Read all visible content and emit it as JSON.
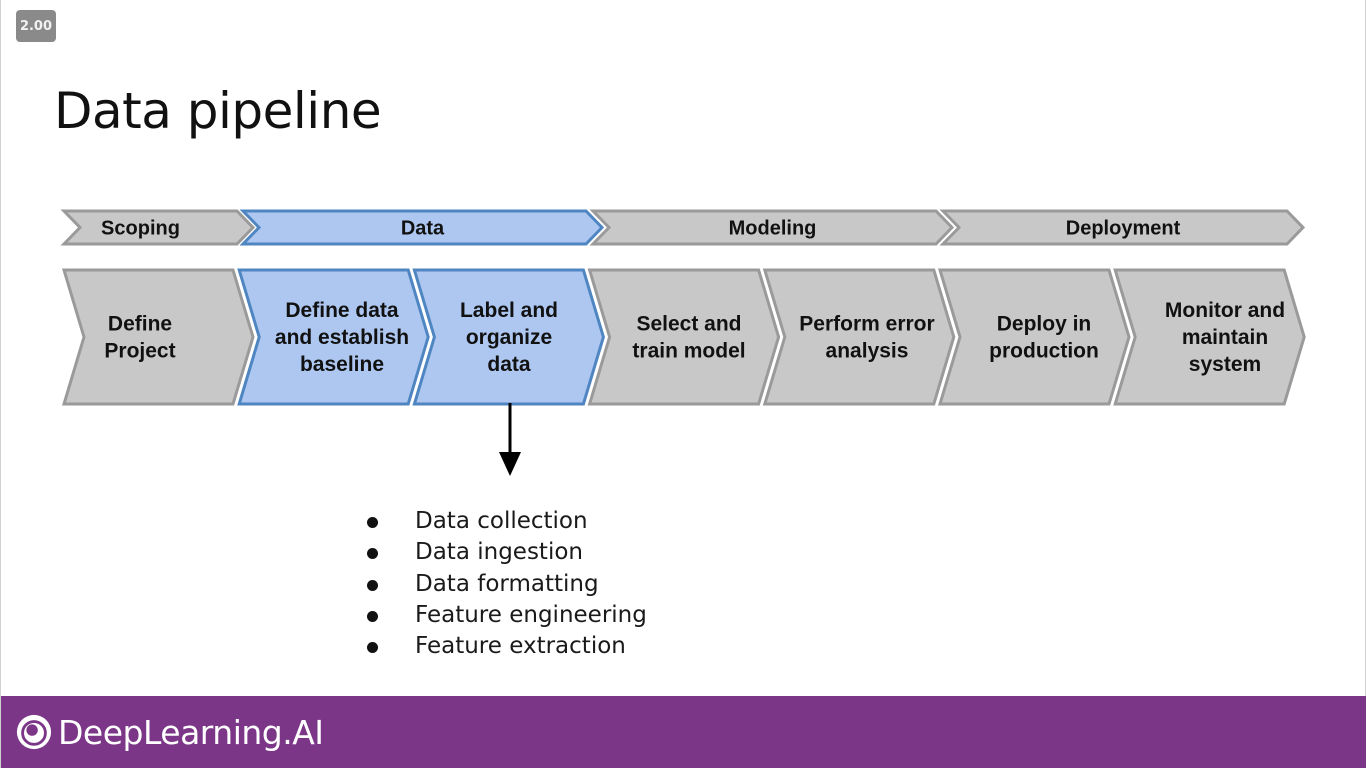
{
  "badge": {
    "speed": "2.00"
  },
  "title": "Data pipeline",
  "phases": [
    {
      "label": "Scoping",
      "highlighted": false
    },
    {
      "label": "Data",
      "highlighted": true
    },
    {
      "label": "Modeling",
      "highlighted": false
    },
    {
      "label": "Deployment",
      "highlighted": false
    }
  ],
  "steps": [
    {
      "lines": [
        "Define",
        "Project"
      ],
      "highlighted": false
    },
    {
      "lines": [
        "Define data",
        "and establish",
        "baseline"
      ],
      "highlighted": true
    },
    {
      "lines": [
        "Label and",
        "organize",
        "data"
      ],
      "highlighted": true
    },
    {
      "lines": [
        "Select and",
        "train model"
      ],
      "highlighted": false
    },
    {
      "lines": [
        "Perform error",
        "analysis"
      ],
      "highlighted": false
    },
    {
      "lines": [
        "Deploy in",
        "production"
      ],
      "highlighted": false
    },
    {
      "lines": [
        "Monitor and",
        "maintain",
        "system"
      ],
      "highlighted": false
    }
  ],
  "bullets": [
    "Data collection",
    "Data ingestion",
    "Data formatting",
    "Feature engineering",
    "Feature extraction"
  ],
  "footer": {
    "brand": "DeepLearning.AI"
  },
  "colors": {
    "gray_fill": "#c8c8c8",
    "gray_stroke": "#9a9a9a",
    "blue_fill": "#adc7f1",
    "blue_stroke": "#4f86c2",
    "footer_bg": "#7b3688"
  }
}
